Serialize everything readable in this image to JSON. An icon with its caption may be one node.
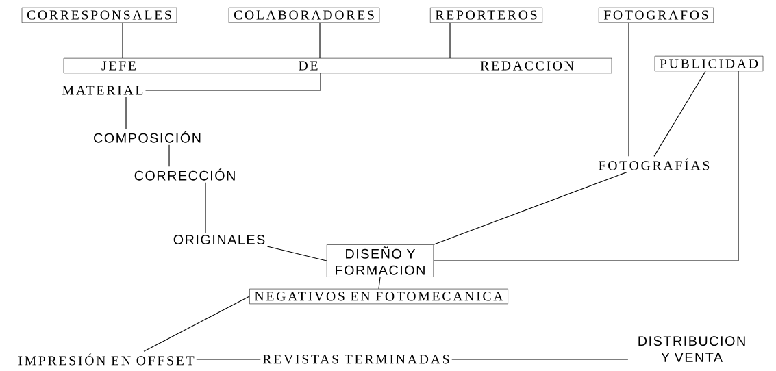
{
  "diagram": {
    "nodes": [
      {
        "text": [
          "CORRESPONSALES"
        ]
      },
      {
        "text": [
          "COLABORADORES"
        ]
      },
      {
        "text": [
          "REPORTEROS"
        ]
      },
      {
        "text": [
          "FOTOGRAFOS"
        ]
      },
      {
        "text": [
          "JEFE DE REDACCION"
        ]
      },
      {
        "text": [
          "PUBLICIDAD"
        ]
      },
      {
        "text": [
          "MATERIAL"
        ]
      },
      {
        "text": [
          "COMPOSICIÓN"
        ]
      },
      {
        "text": [
          "CORRECCIÓN"
        ]
      },
      {
        "text": [
          "FOTOGRAFÍAS"
        ]
      },
      {
        "text": [
          "ORIGINALES"
        ]
      },
      {
        "text": [
          "DISEÑO Y FORMACION"
        ]
      },
      {
        "text": [
          "NEGATIVOS EN FOTOMECANICA"
        ]
      },
      {
        "text": [
          "IMPRESIÓN EN OFFSET"
        ]
      },
      {
        "text": [
          "REVISTAS TERMINADAS"
        ]
      },
      {
        "text": [
          "DISTRIBUCION Y VENTA"
        ]
      }
    ],
    "edges": [
      {
        "from": 0,
        "to": 4,
        "arrow": "none"
      },
      {
        "from": 1,
        "to": 4,
        "arrow": "none"
      },
      {
        "from": 2,
        "to": 4,
        "arrow": "none"
      },
      {
        "from": 3,
        "to": 9,
        "arrow": "none"
      },
      {
        "from": 4,
        "to": 6,
        "arrow": "none"
      },
      {
        "from": 5,
        "to": 9,
        "arrow": "none"
      },
      {
        "from": 6,
        "to": 7,
        "arrow": "none"
      },
      {
        "from": 7,
        "to": 8,
        "arrow": "none"
      },
      {
        "from": 8,
        "to": 10,
        "arrow": "none"
      },
      {
        "from": 9,
        "to": 11,
        "arrow": "none"
      },
      {
        "from": 5,
        "to": 11,
        "arrow": "none"
      },
      {
        "from": 10,
        "to": 11,
        "arrow": "none"
      },
      {
        "from": 11,
        "to": 12,
        "arrow": "none"
      },
      {
        "from": 12,
        "to": 13,
        "arrow": "none"
      },
      {
        "from": 13,
        "to": 14,
        "arrow": "none"
      },
      {
        "from": 14,
        "to": 15,
        "arrow": "none"
      }
    ]
  }
}
